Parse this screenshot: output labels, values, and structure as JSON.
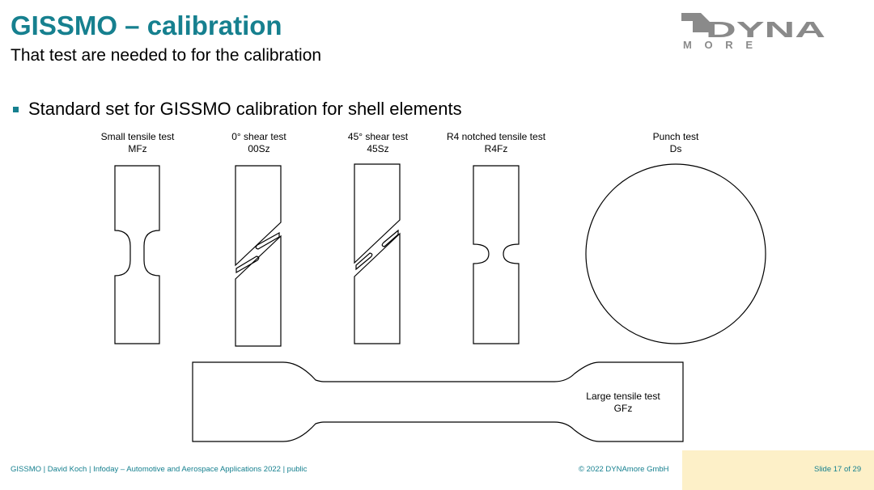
{
  "slide": {
    "title": "GISSMO – calibration",
    "subtitle": "That test are needed to for the calibration",
    "bullet": "Standard set for GISSMO calibration for shell elements"
  },
  "logo": {
    "line1": "DYNA",
    "line2": "MORE",
    "color": "#8a8a8a"
  },
  "specimens": [
    {
      "name": "Small tensile test",
      "code": "MFz"
    },
    {
      "name": "0° shear test",
      "code": "00Sz"
    },
    {
      "name": "45° shear test",
      "code": "45Sz"
    },
    {
      "name": "R4 notched tensile test",
      "code": "R4Fz"
    },
    {
      "name": "Punch test",
      "code": "Ds"
    },
    {
      "name": "Large tensile test",
      "code": "GFz"
    }
  ],
  "footer": {
    "left": "GISSMO | David Koch | Infoday – Automotive and Aerospace Applications 2022 | public",
    "copyright": "© 2022 DYNAmore GmbH",
    "slide_number": "Slide 17 of 29"
  },
  "colors": {
    "accent": "#16808f",
    "footer_box": "#fdf0c8"
  }
}
